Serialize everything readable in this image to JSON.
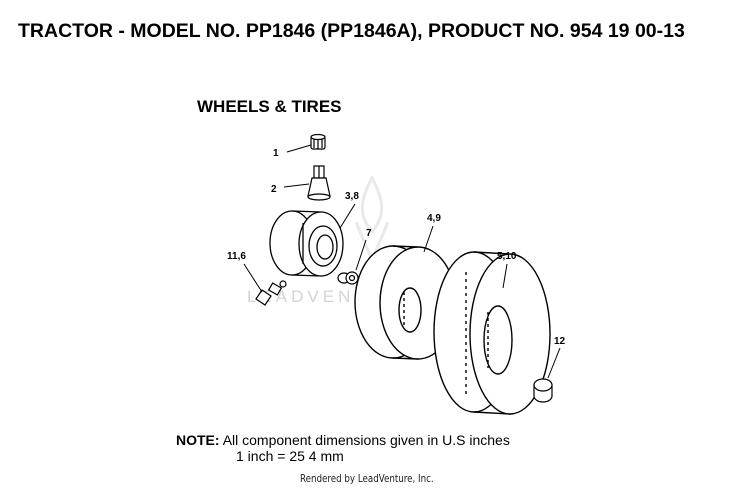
{
  "header": {
    "title": "TRACTOR - MODEL NO. PP1846 (PP1846A), PRODUCT NO. 954 19 00-13"
  },
  "section": {
    "title": "WHEELS & TIRES"
  },
  "callouts": {
    "valve_cap": "1",
    "valve_stem": "2",
    "rim": "3,8",
    "bearing": "7",
    "front_tire": "4,9",
    "rear_tire": "5,10",
    "grease_fitting": "11,6",
    "hub_cap": "12"
  },
  "watermark": {
    "text": "LEADVENTURE"
  },
  "note": {
    "label": "NOTE:",
    "line1": "All component dimensions given in U.S  inches",
    "line2": "1 inch = 25 4 mm"
  },
  "footer": {
    "text": "Rendered by LeadVenture, Inc."
  }
}
